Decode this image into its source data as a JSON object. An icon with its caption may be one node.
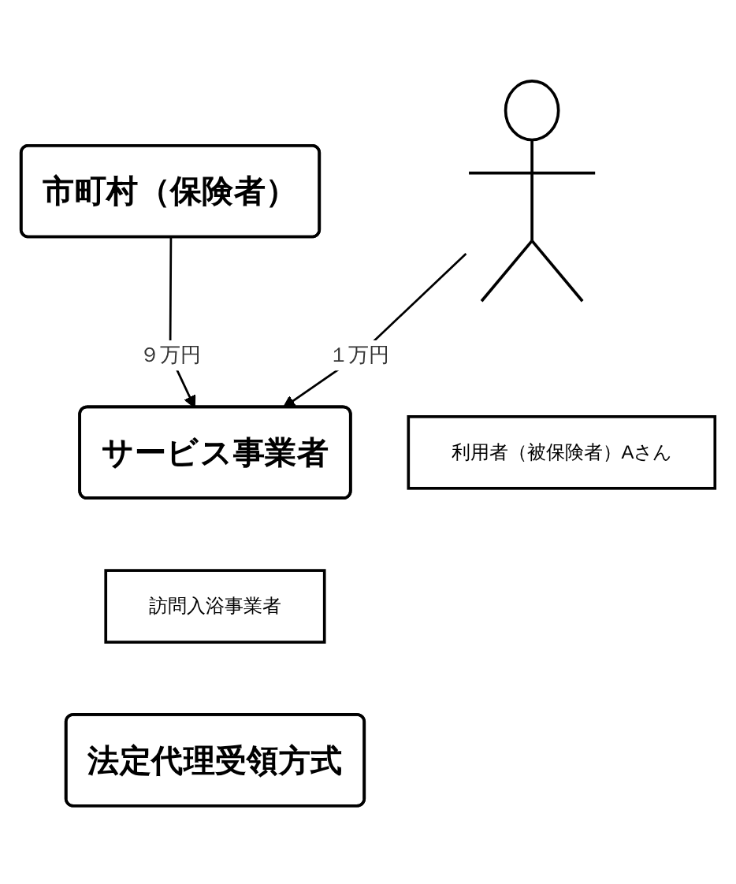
{
  "diagram": {
    "nodes": [
      {
        "text": [
          "市町村（保険者）"
        ]
      },
      {
        "text": [
          "サービス事業者"
        ]
      },
      {
        "text": [
          "訪問入浴事業者"
        ]
      },
      {
        "text": [],
        "shape": "person"
      },
      {
        "text": [
          "利用者（被保険者）Aさん"
        ]
      },
      {
        "text": [
          "法定代理受領方式"
        ]
      }
    ],
    "edges": [
      {
        "from": 0,
        "to": 1,
        "arrow": "to",
        "label": "９万円"
      },
      {
        "from": 3,
        "to": 1,
        "arrow": "to",
        "label": "１万円"
      }
    ]
  }
}
